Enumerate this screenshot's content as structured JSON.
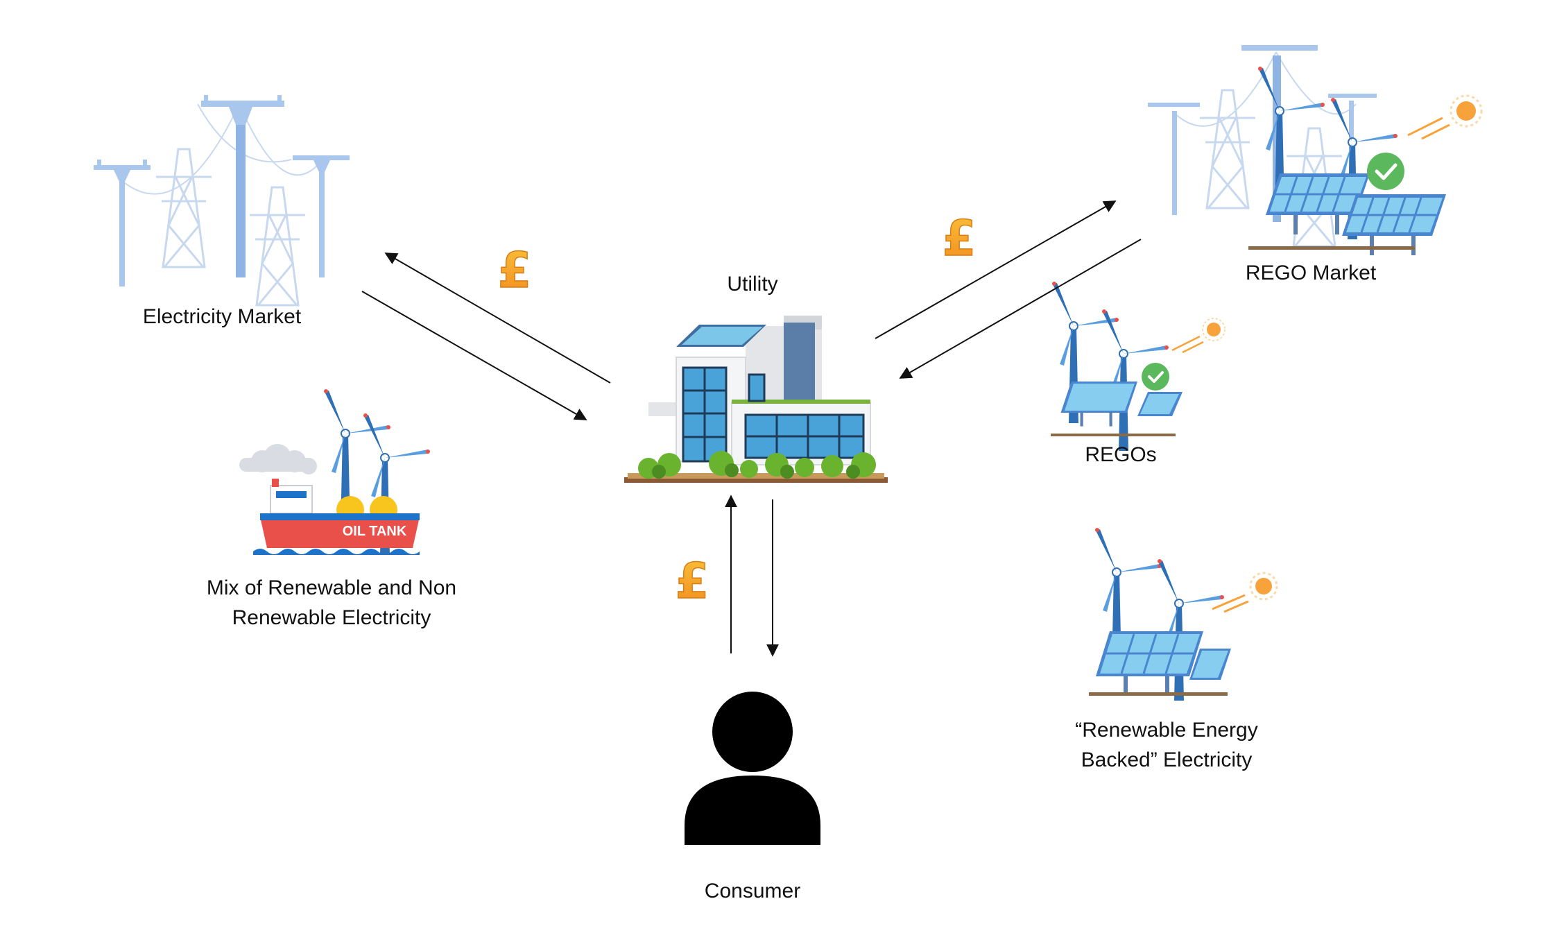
{
  "nodes": {
    "electricity_market": {
      "label": "Electricity Market",
      "icon": "power-pylons-icon"
    },
    "utility": {
      "label": "Utility",
      "icon": "utility-building-icon"
    },
    "rego_market": {
      "label": "REGO Market",
      "icon": "rego-market-icon"
    },
    "regos": {
      "label": "REGOs",
      "icon": "certified-solar-wind-icon"
    },
    "mix": {
      "line1": "Mix of Renewable and Non",
      "line2": "Renewable Electricity",
      "icon": "oil-tanker-wind-icon"
    },
    "backed": {
      "line1": "“Renewable Energy",
      "line2": "Backed” Electricity",
      "icon": "solar-wind-farm-icon"
    },
    "consumer": {
      "label": "Consumer",
      "icon": "person-icon"
    }
  },
  "payment_symbol": "£",
  "oil_tank_text": "OIL TANK",
  "colors": {
    "pylon": "#a9c6ec",
    "pylon_dark": "#7fa7dc",
    "pound": "#f5a321",
    "arrow": "#111111",
    "panel": "#4f8fd8",
    "panel_light": "#8fd0ef",
    "check": "#5cb85c",
    "sun": "#f7a23a",
    "ship_red": "#e9504a",
    "ship_blue": "#1d73c9"
  }
}
